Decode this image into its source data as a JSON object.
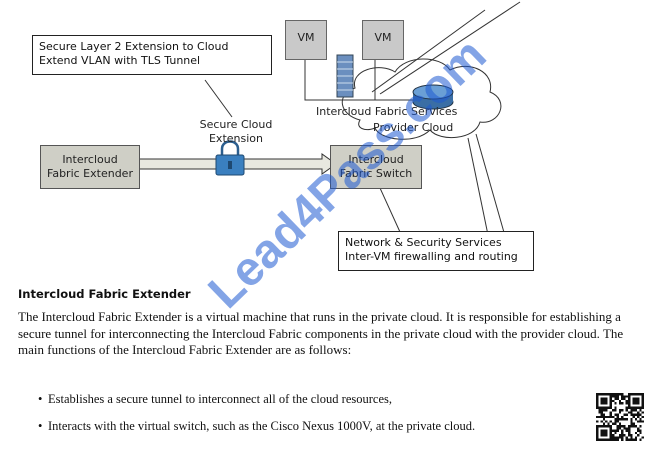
{
  "diagram": {
    "callout_top_left": [
      "Secure Layer 2 Extension to Cloud",
      "Extend VLAN with TLS Tunnel"
    ],
    "secure_cloud_label": [
      "Secure Cloud",
      "Extension"
    ],
    "extender_box": [
      "Intercloud",
      "Fabric Extender"
    ],
    "switch_box": [
      "Intercloud",
      "Fabric Switch"
    ],
    "vm_labels": [
      "VM",
      "VM"
    ],
    "services_label": "Intercloud Fabric Services",
    "provider_cloud_label": "Provider Cloud",
    "callout_bottom_right": [
      "Network & Security Services",
      "Inter-VM firewalling and routing"
    ]
  },
  "watermark": "Lead4Pass.com",
  "section": {
    "heading": "Intercloud Fabric Extender",
    "paragraph": "The Intercloud Fabric Extender is a virtual machine that runs in the private cloud. It is responsible for establishing a secure tunnel for interconnecting the Intercloud Fabric components in the private cloud with the provider cloud. The main functions of the Intercloud Fabric Extender are as follows:",
    "bullets": [
      "Establishes a secure tunnel to interconnect all of the cloud resources,",
      "Interacts with the virtual switch, such as the Cisco Nexus 1000V, at the private cloud."
    ]
  },
  "colors": {
    "box_fill": "#cfcfc6",
    "tunnel_arrow": "#e8e8e0",
    "watermark": "#1e5ad2",
    "lock": "#3a7fbf"
  }
}
